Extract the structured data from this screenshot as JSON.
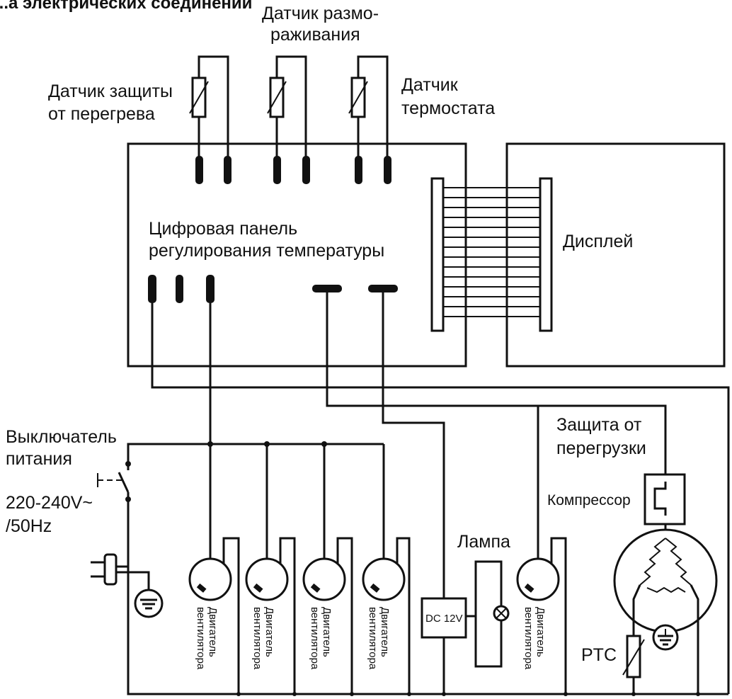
{
  "header": {
    "title_fragment": "...а электрических соединений"
  },
  "labels": {
    "overheat_sensor_line1": "Датчик защиты",
    "overheat_sensor_line2": "от перегрева",
    "defrost_sensor_line1": "Датчик размо-",
    "defrost_sensor_line2": "раживания",
    "thermostat_sensor_line1": "Датчик",
    "thermostat_sensor_line2": "термостата",
    "control_panel_line1": "Цифровая панель",
    "control_panel_line2": "регулирования температуры",
    "display": "Дисплей",
    "power_switch_line1": "Выключатель",
    "power_switch_line2": "питания",
    "voltage_line1": "220-240V~",
    "voltage_line2": "/50Hz",
    "overload_line1": "Защита от",
    "overload_line2": "перегрузки",
    "compressor": "Компрессор",
    "lamp": "Лампа",
    "dc_supply": "DC 12V",
    "ptc": "PTC"
  },
  "fan_motors": [
    {
      "line1": "Двигатель",
      "line2": "вентилятора"
    },
    {
      "line1": "Двигатель",
      "line2": "вентилятора"
    },
    {
      "line1": "Двигатель",
      "line2": "вентилятора"
    },
    {
      "line1": "Двигатель",
      "line2": "вентилятора"
    },
    {
      "line1": "Двигатель",
      "line2": "вентилятора"
    }
  ]
}
